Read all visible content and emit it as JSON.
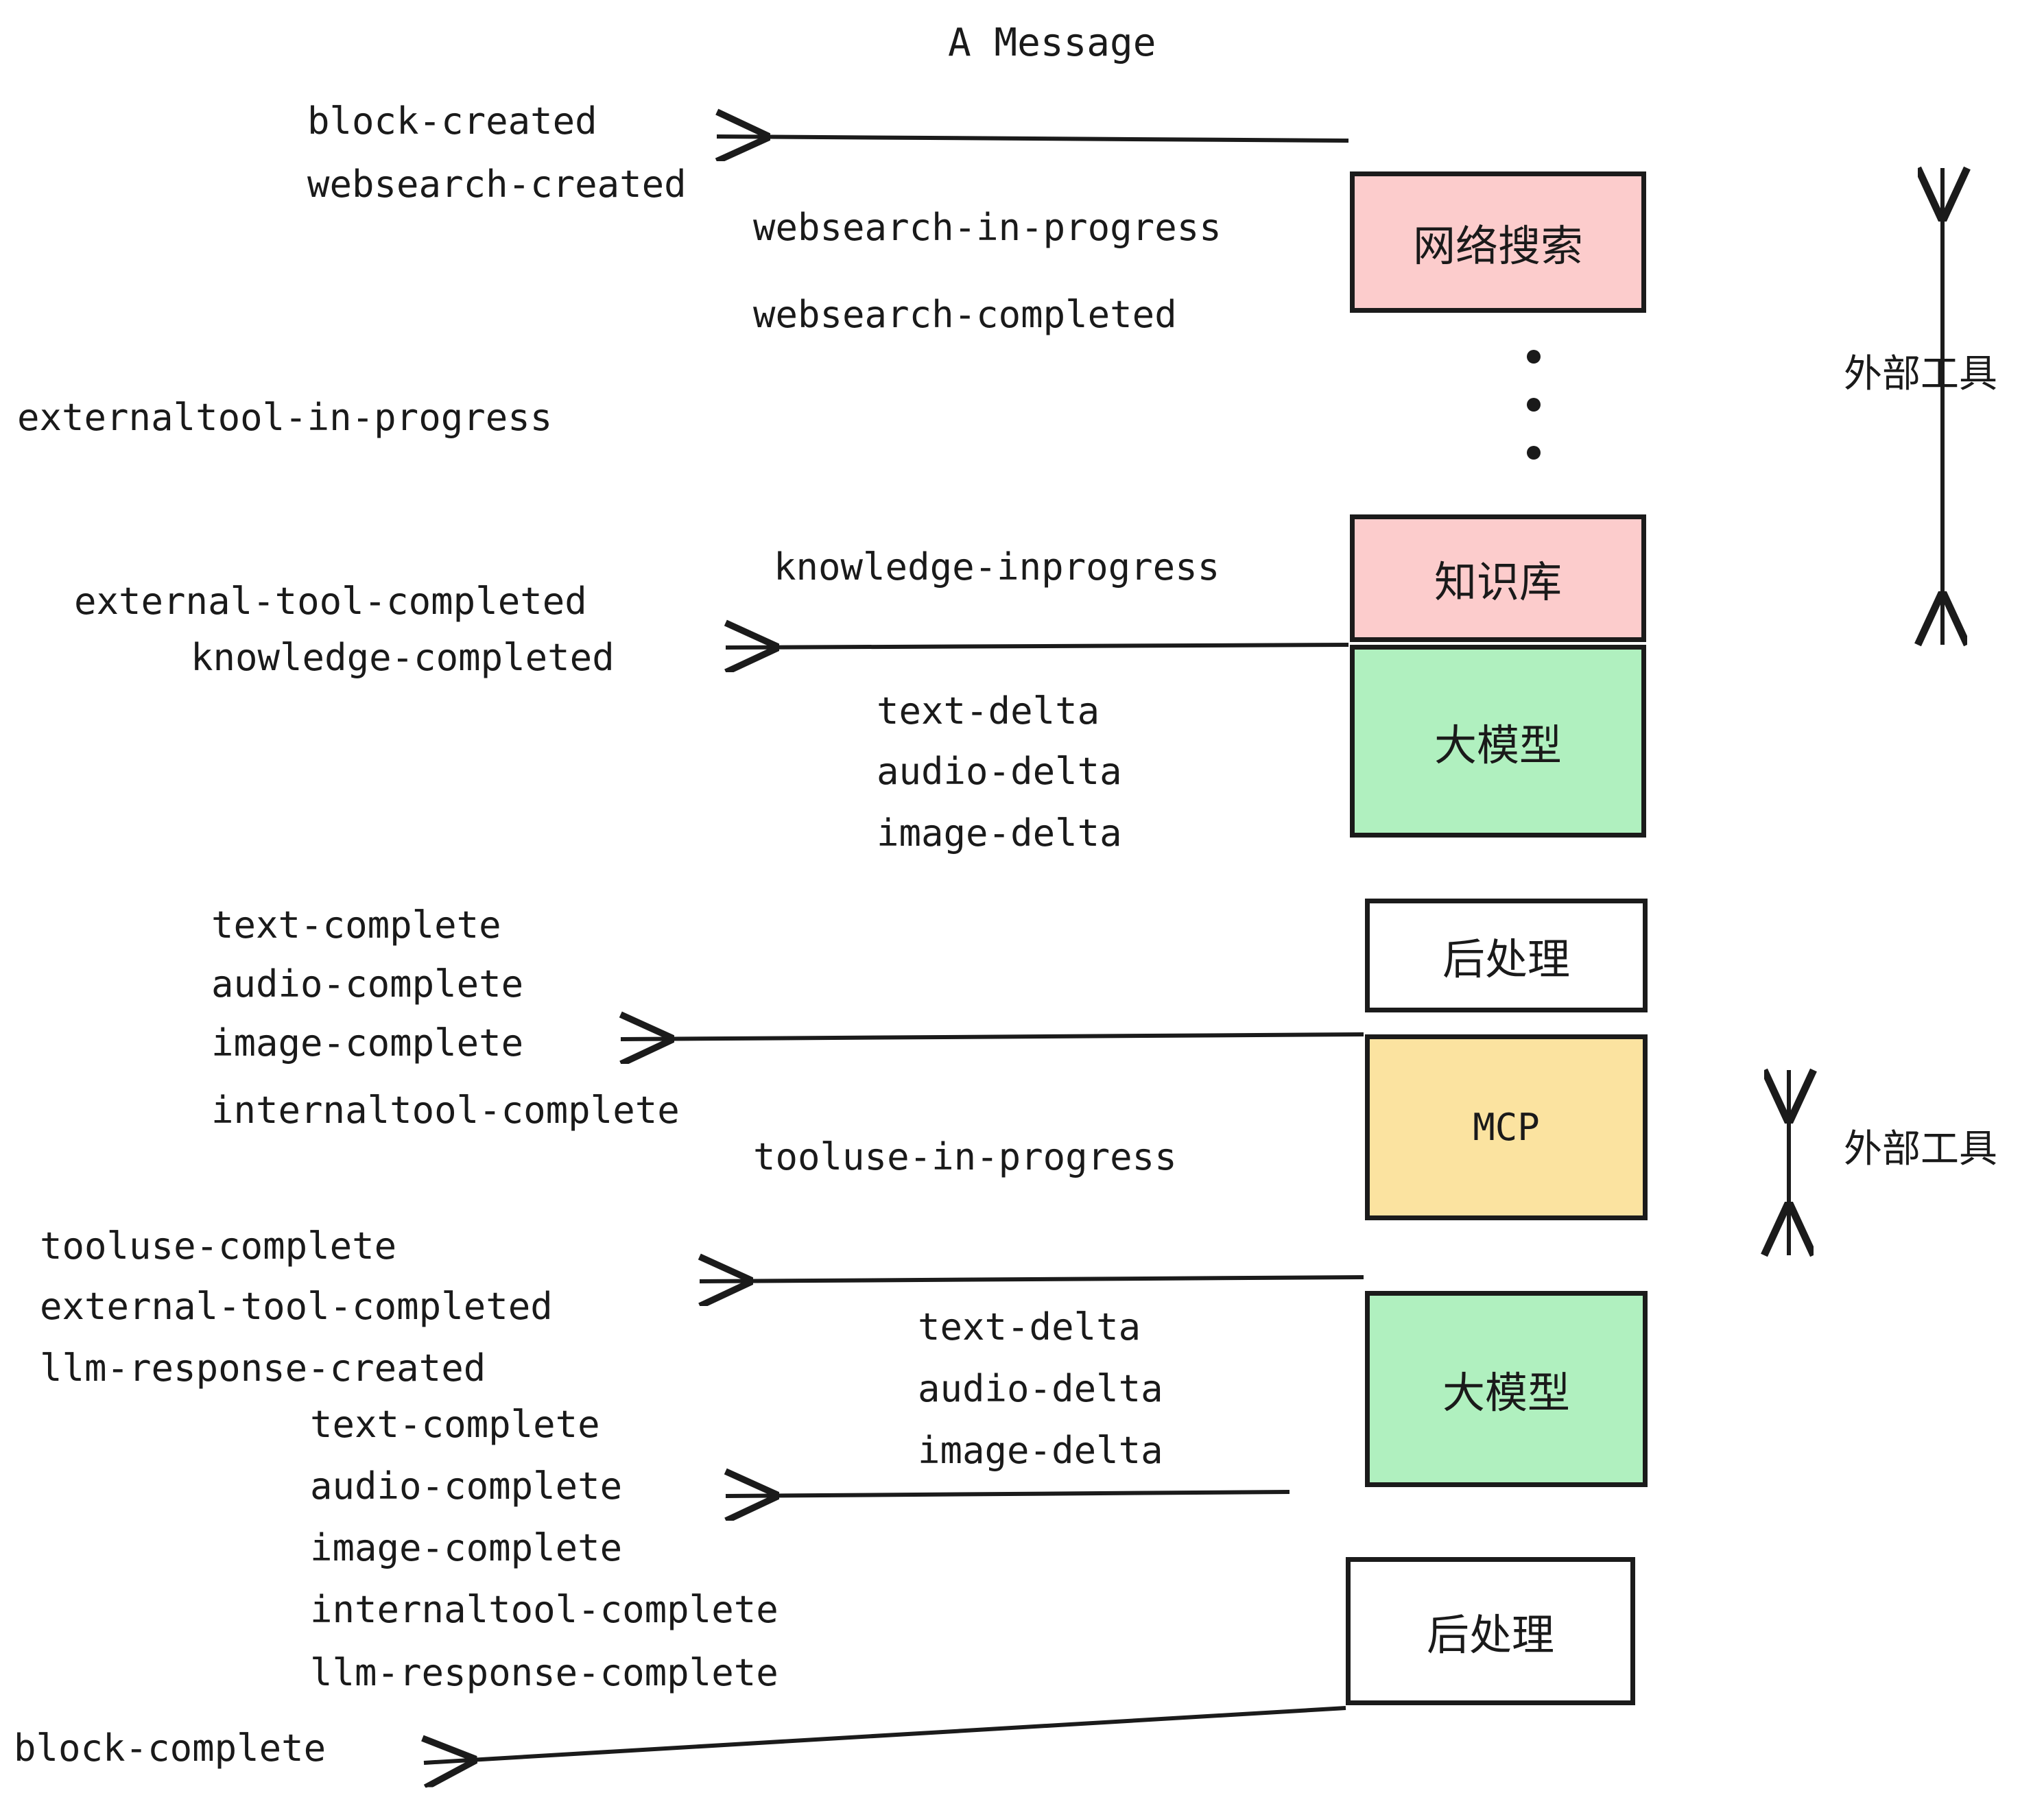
{
  "title": "A Message",
  "colors": {
    "pink": "#fccccc",
    "green": "#b0f0bf",
    "yellow": "#fbe3a0",
    "white": "#ffffff",
    "stroke": "#1b1b1b",
    "text": "#1a1a1a"
  },
  "nodes": {
    "websearch": "网络搜索",
    "knowledge": "知识库",
    "llm_1": "大模型",
    "postprocess_1": "后处理",
    "mcp": "MCP",
    "llm_2": "大模型",
    "postprocess_2": "后处理"
  },
  "side_labels": {
    "external_tool_top": "外部工具",
    "external_tool_bottom": "外部工具"
  },
  "events": {
    "block_created": "block-created",
    "websearch_created": "websearch-created",
    "websearch_in_progress": "websearch-in-progress",
    "websearch_completed": "websearch-completed",
    "externaltool_in_progress": "externaltool-in-progress",
    "knowledge_inprogress": "knowledge-inprogress",
    "external_tool_completed_1": "external-tool-completed",
    "knowledge_completed": "knowledge-completed",
    "text_delta_1": "text-delta",
    "audio_delta_1": "audio-delta",
    "image_delta_1": "image-delta",
    "text_complete_1": "text-complete",
    "audio_complete_1": "audio-complete",
    "image_complete_1": "image-complete",
    "internaltool_complete_1": "internaltool-complete",
    "tooluse_in_progress": "tooluse-in-progress",
    "tooluse_complete": "tooluse-complete",
    "external_tool_completed_2": "external-tool-completed",
    "llm_response_created": "llm-response-created",
    "text_complete_2": "text-complete",
    "audio_complete_2": "audio-complete",
    "image_complete_2": "image-complete",
    "internaltool_complete_2": "internaltool-complete",
    "llm_response_complete": "llm-response-complete",
    "block_complete": "block-complete"
  }
}
